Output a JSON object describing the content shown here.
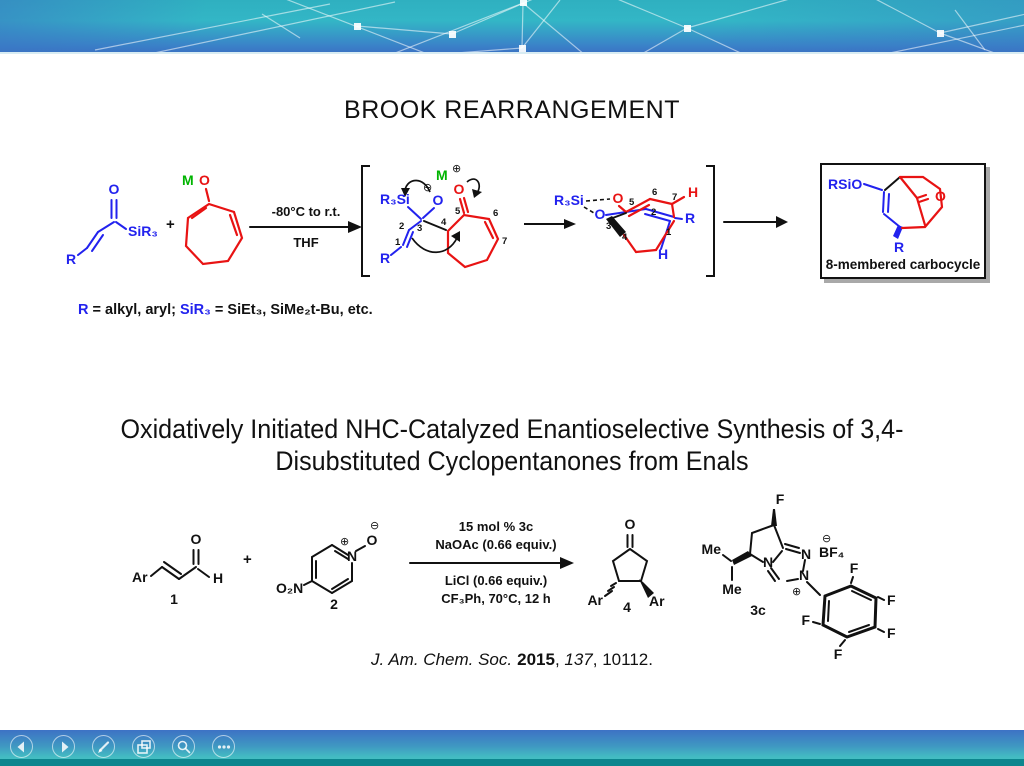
{
  "slide": {
    "title": "BROOK REARRANGEMENT"
  },
  "scheme1": {
    "acylsilane": {
      "o": "O",
      "sir3": "SiR₃",
      "r": "R"
    },
    "plus": "+",
    "enolate": {
      "m": "M",
      "o": "O"
    },
    "arrow": {
      "above": "-80°C to r.t.",
      "below": "THF"
    },
    "intermediate1": {
      "m": "M",
      "plus": "⊕",
      "r3si": "R₃Si",
      "minus": "⊖",
      "o_silyl": "O",
      "o_ketone": "O",
      "r": "R",
      "n1": "1",
      "n2": "2",
      "n3": "3",
      "n4": "4",
      "n5": "5",
      "n6": "6",
      "n7": "7"
    },
    "intermediate2": {
      "r3si": "R₃Si",
      "o_red": "O",
      "o_blue": "O",
      "h_red": "H",
      "h_blue": "H",
      "r": "R",
      "n1": "1",
      "n2": "2",
      "n3": "3",
      "n4": "4",
      "n5": "5",
      "n6": "6",
      "n7": "7"
    },
    "product": {
      "rsio": "RSiO",
      "o": "O",
      "r": "R",
      "caption": "8-membered carbocycle"
    },
    "note": {
      "r": "R",
      "eq1": " = alkyl, aryl; ",
      "sir3": "SiR₃",
      "eq2": " = SiEt₃, SiMe₂t-Bu, etc."
    }
  },
  "section2": {
    "title_line1": "Oxidatively Initiated NHC-Catalyzed Enantioselective Synthesis of 3,4-",
    "title_line2": "Disubstituted Cyclopentanones from Enals"
  },
  "scheme2": {
    "enal": {
      "ar": "Ar",
      "o": "O",
      "h": "H",
      "num": "1"
    },
    "plus": "+",
    "noxide": {
      "o2n": "O₂N",
      "n": "N",
      "plus": "⊕",
      "o": "O",
      "minus": "⊖",
      "num": "2"
    },
    "conditions": {
      "above1": "15 mol % 3c",
      "above2": "NaOAc (0.66 equiv.)",
      "below1": "LiCl (0.66 equiv.)",
      "below2": "CF₃Ph, 70°C, 12 h"
    },
    "product": {
      "o": "O",
      "ar_left": "Ar",
      "ar_right": "Ar",
      "num": "4"
    },
    "catalyst": {
      "f_top": "F",
      "me1": "Me",
      "me2": "Me",
      "n_ring": "N",
      "n1": "N",
      "n2": "N",
      "plus": "⊕",
      "minus": "⊖",
      "bf4": "BF₄",
      "f1": "F",
      "f2": "F",
      "f3": "F",
      "f4": "F",
      "f5": "F",
      "label": "3c"
    }
  },
  "citation": {
    "journal": "J. Am. Chem. Soc.",
    "year": "2015",
    "sep1": ", ",
    "volume": "137",
    "sep2": ", ",
    "pages": "10112."
  },
  "toolbar": {
    "buttons": [
      {
        "name": "previous-slide"
      },
      {
        "name": "next-slide"
      },
      {
        "name": "pen-annotate"
      },
      {
        "name": "see-all-slides"
      },
      {
        "name": "zoom-slide"
      },
      {
        "name": "more-options"
      }
    ]
  },
  "colors": {
    "chem_blue": "#2222ee",
    "chem_red": "#e81313",
    "chem_green": "#00b400",
    "header_teal": "#33b6c6",
    "header_blue": "#3b74c4",
    "footer_strip": "#0d868e"
  }
}
